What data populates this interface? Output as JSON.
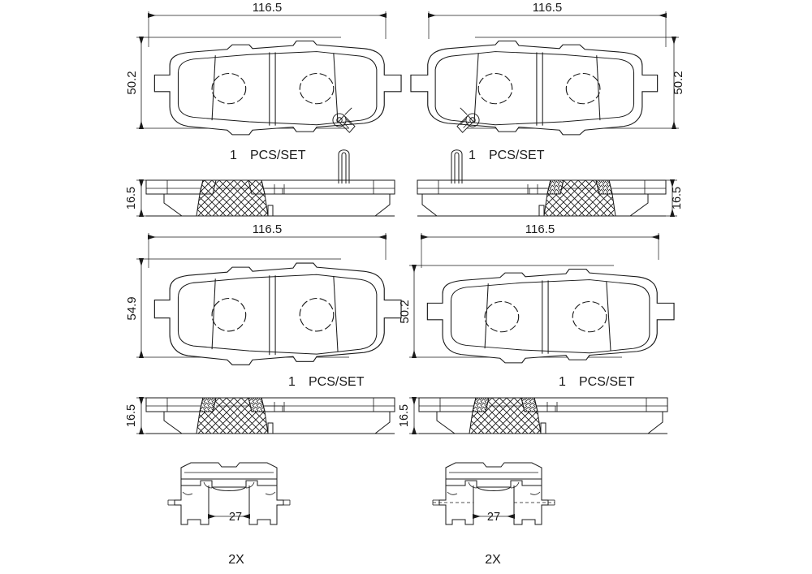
{
  "drawing": {
    "title": "Brake pad set technical drawing",
    "line_color": "#1a1a1a",
    "background": "#ffffff"
  },
  "views": [
    {
      "id": "pad-top-left",
      "position": "top-left",
      "width_dim": "116.5",
      "height_dim": "50.2",
      "height_dim_side": "left",
      "wear_sensor": true,
      "wear_sensor_side": "right",
      "quantity_label": "1",
      "quantity_unit": "PCS/SET",
      "clip_symbol_side": "right",
      "thickness_dim": "16.5",
      "thickness_dim_side": "left"
    },
    {
      "id": "pad-top-right",
      "position": "top-right",
      "width_dim": "116.5",
      "height_dim": "50.2",
      "height_dim_side": "right",
      "wear_sensor": true,
      "wear_sensor_side": "left",
      "quantity_label": "1",
      "quantity_unit": "PCS/SET",
      "clip_symbol_side": "left",
      "thickness_dim": "16.5",
      "thickness_dim_side": "right"
    },
    {
      "id": "pad-bottom-left",
      "position": "bottom-left",
      "width_dim": "116.5",
      "height_dim": "54.9",
      "height_dim_side": "left",
      "wear_sensor": false,
      "wear_sensor_side": "",
      "quantity_label": "1",
      "quantity_unit": "PCS/SET",
      "clip_symbol_side": "",
      "thickness_dim": "16.5",
      "thickness_dim_side": "left"
    },
    {
      "id": "pad-bottom-right",
      "position": "bottom-right",
      "width_dim": "116.5",
      "height_dim": "50.2",
      "height_dim_side": "left",
      "wear_sensor": false,
      "wear_sensor_side": "",
      "quantity_label": "1",
      "quantity_unit": "PCS/SET",
      "clip_symbol_side": "",
      "thickness_dim": "16.5",
      "thickness_dim_side": "left"
    }
  ],
  "shims": [
    {
      "id": "shim-left",
      "position": "bottom-left",
      "span_dim": "27",
      "quantity_label": "2X"
    },
    {
      "id": "shim-right",
      "position": "bottom-right",
      "span_dim": "27",
      "quantity_label": "2X"
    }
  ]
}
